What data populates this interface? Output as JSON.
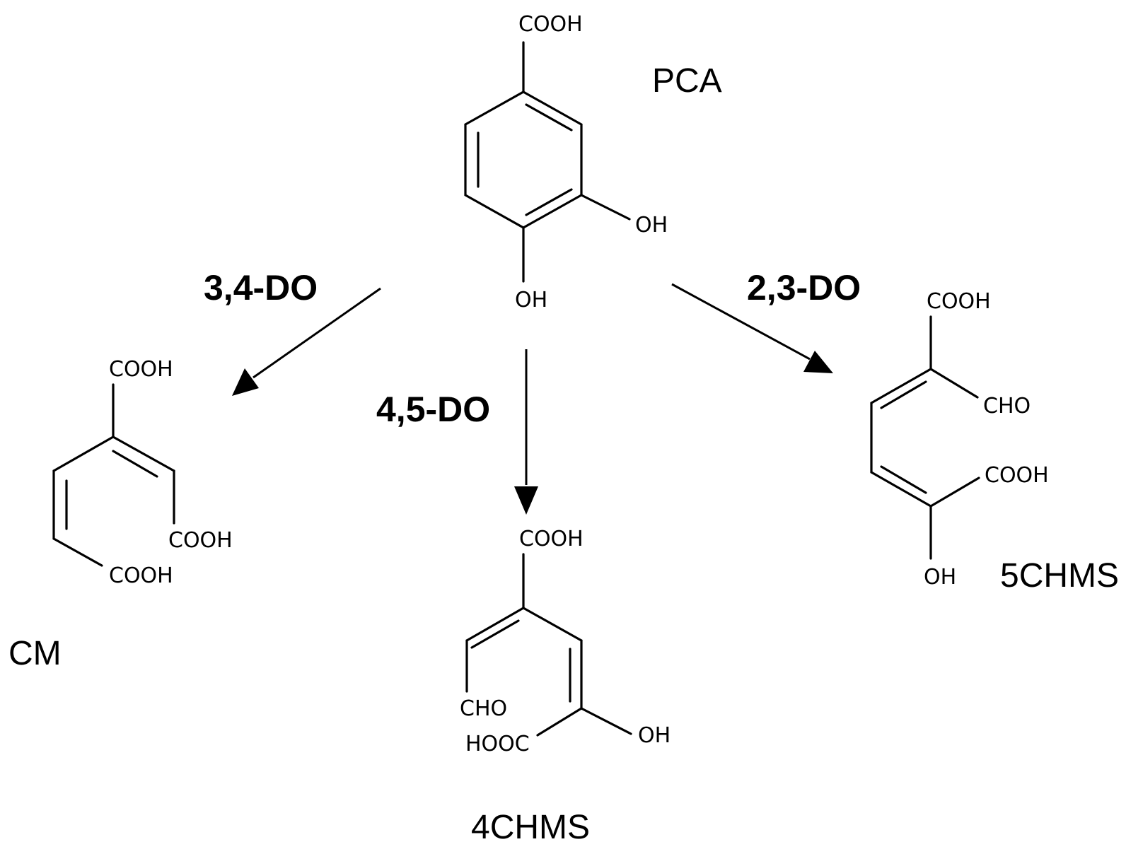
{
  "compounds": {
    "pca": {
      "name": "PCA",
      "cooh": "COOH",
      "oh_right": "OH",
      "oh_bottom": "OH"
    },
    "cm": {
      "name": "CM",
      "cooh_top": "COOH",
      "cooh_right": "COOH",
      "cooh_bottom": "COOH"
    },
    "chms4": {
      "name": "4CHMS",
      "cooh": "COOH",
      "cho": "CHO",
      "hooc": "HOOC",
      "oh": "OH"
    },
    "chms5": {
      "name": "5CHMS",
      "cooh_top": "COOH",
      "cho": "CHO",
      "cooh_mid": "COOH",
      "oh": "OH"
    }
  },
  "enzymes": {
    "do34": "3,4-DO",
    "do45": "4,5-DO",
    "do23": "2,3-DO"
  }
}
